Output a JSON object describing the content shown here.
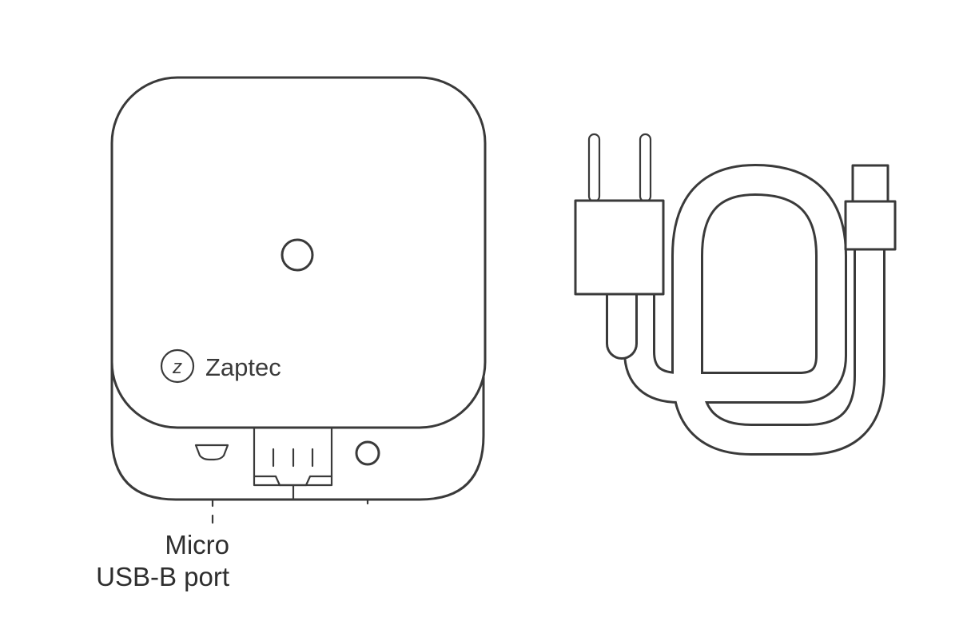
{
  "device": {
    "brand": "Zaptec",
    "logo_letter": "z"
  },
  "callout": {
    "line1": "Micro",
    "line2": "USB-B port"
  },
  "colors": {
    "stroke": "#3a3a3a",
    "background": "#ffffff"
  }
}
